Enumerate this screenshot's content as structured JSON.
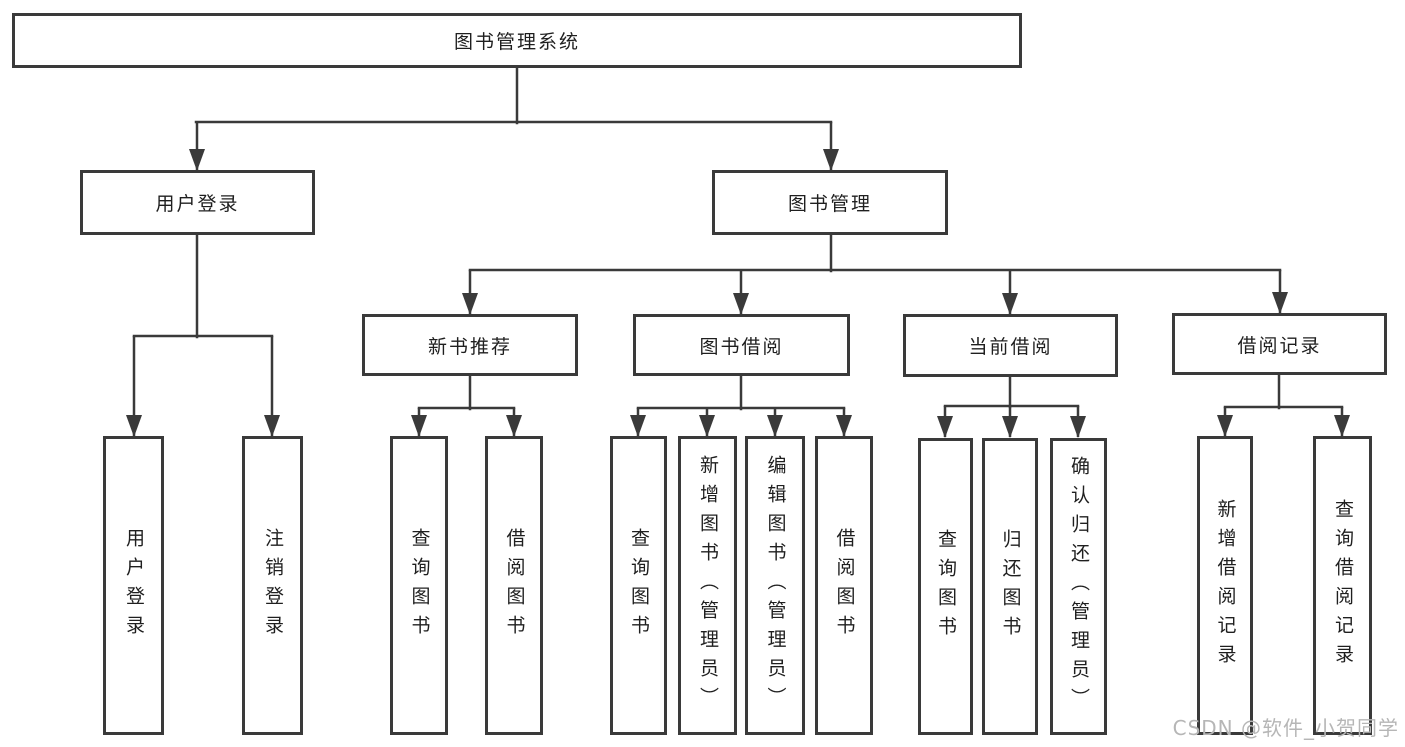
{
  "nodes": {
    "root": "图书管理系统",
    "level1": [
      "用户登录",
      "图书管理"
    ],
    "level2": [
      "新书推荐",
      "图书借阅",
      "当前借阅",
      "借阅记录"
    ],
    "leaves": {
      "login": [
        "用户登录",
        "注销登录"
      ],
      "recommend": [
        "查询图书",
        "借阅图书"
      ],
      "borrow": [
        "查询图书",
        "新增图书（管理员）",
        "编辑图书（管理员）",
        "借阅图书"
      ],
      "current": [
        "查询图书",
        "归还图书",
        "确认归还（管理员）"
      ],
      "records": [
        "新增借阅记录",
        "查询借阅记录"
      ]
    }
  },
  "watermark": "CSDN @软件_小贺同学",
  "colors": {
    "line": "#3a3a3a",
    "text": "#1f1f1f",
    "background": "#ffffff",
    "watermark": "#b6b6b6"
  }
}
